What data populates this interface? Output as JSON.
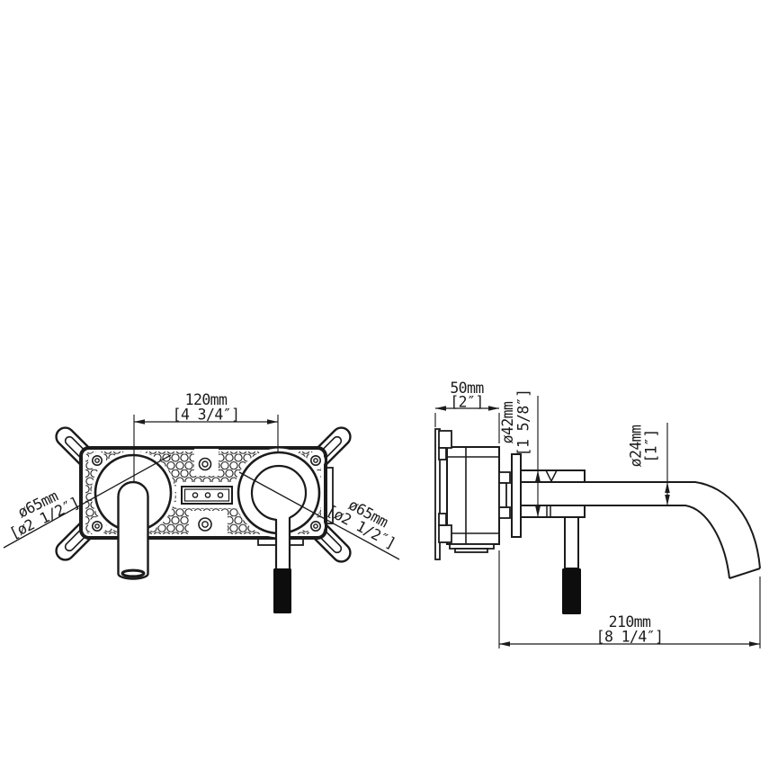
{
  "front_view": {
    "center_distance": {
      "metric": "120mm",
      "imperial": "[4 3/4″]"
    },
    "left_valve_diameter": {
      "metric": "ø65mm",
      "imperial": "[ø2 1/2″]"
    },
    "right_valve_diameter": {
      "metric": "ø65mm",
      "imperial": "[ø2 1/2″]"
    }
  },
  "side_view": {
    "wall_depth": {
      "metric": "50mm",
      "imperial": "[2″]"
    },
    "flange_diameter": {
      "metric": "ø42mm",
      "imperial": "[1 5/8″]"
    },
    "spout_diameter": {
      "metric": "ø24mm",
      "imperial": "[1″]"
    },
    "spout_reach": {
      "metric": "210mm",
      "imperial": "[8 1/4″]"
    }
  },
  "colors": {
    "line": "#1b1b1b",
    "background": "#ffffff",
    "handle_fill": "#0d0d0d"
  }
}
